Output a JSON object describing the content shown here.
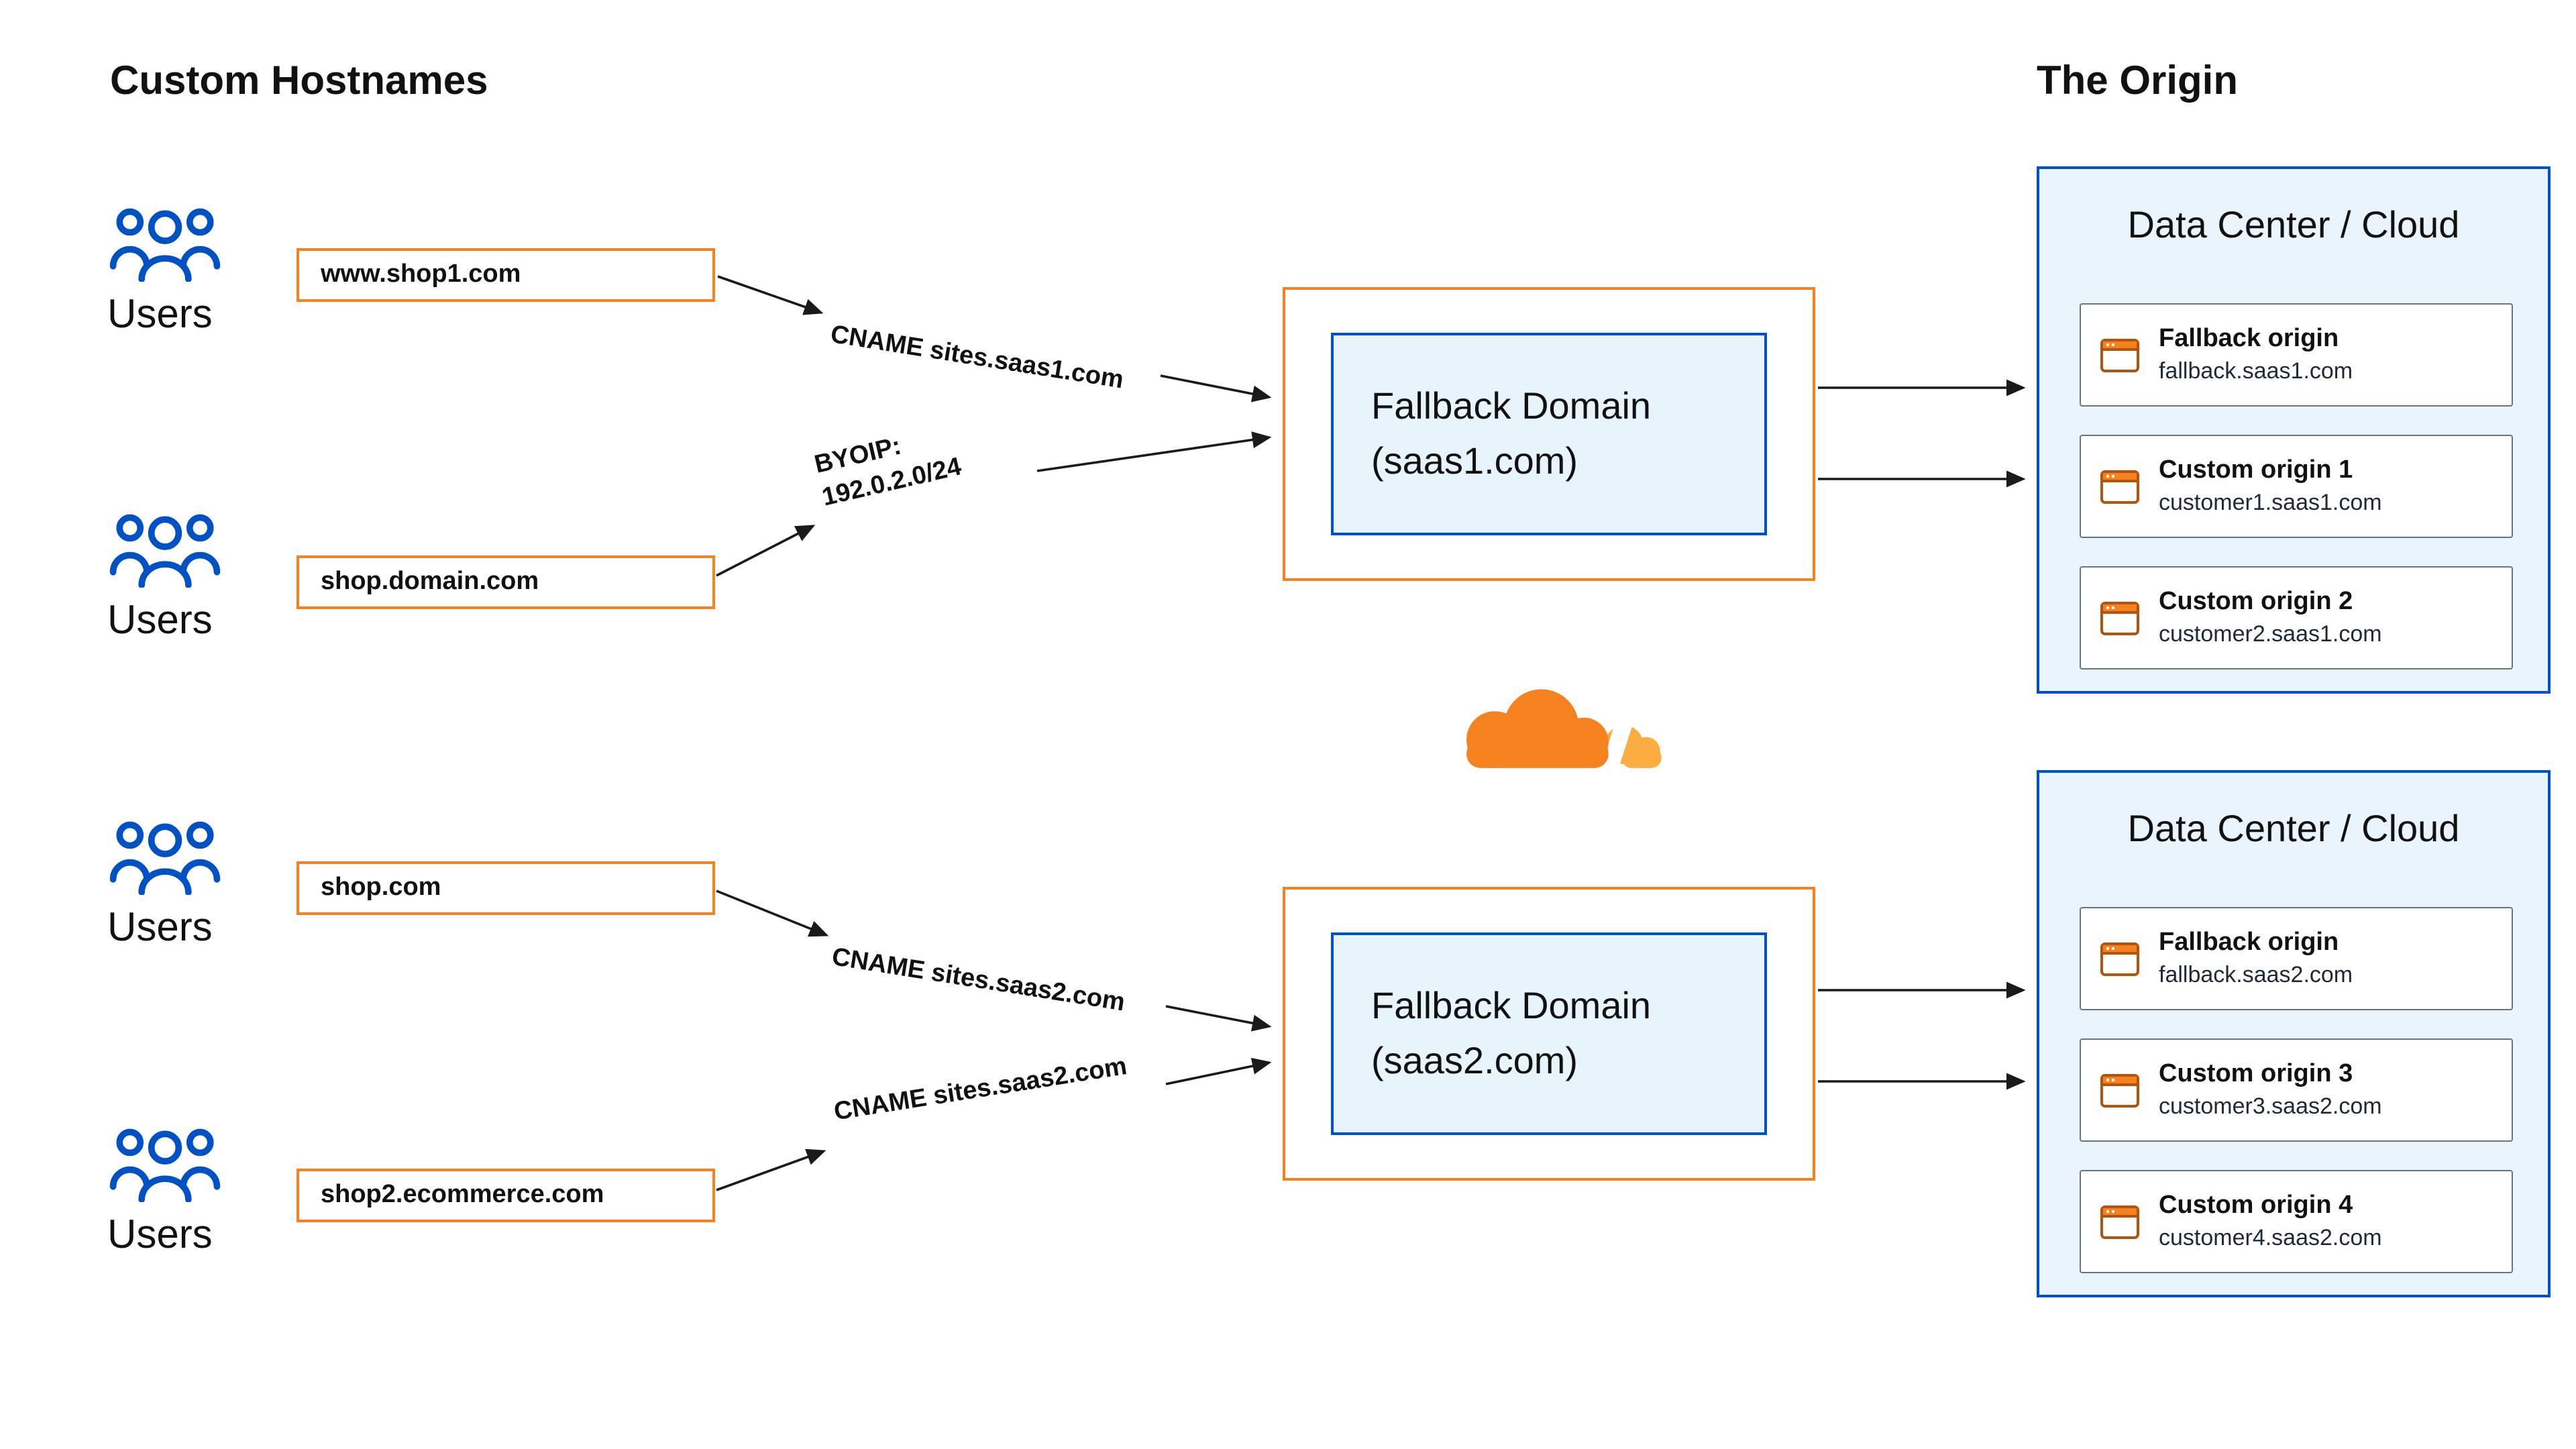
{
  "titles": {
    "left": "Custom Hostnames",
    "right": "The Origin"
  },
  "users_label": "Users",
  "hostnames": [
    "www.shop1.com",
    "shop.domain.com",
    "shop.com",
    "shop2.ecommerce.com"
  ],
  "connections": {
    "cname_saas1": "CNAME sites.saas1.com",
    "byoip_line1": "BYOIP:",
    "byoip_line2": "192.0.2.0/24",
    "cname_saas2_a": "CNAME sites.saas2.com",
    "cname_saas2_b": "CNAME sites.saas2.com"
  },
  "fallbacks": [
    {
      "title": "Fallback Domain",
      "domain": "(saas1.com)"
    },
    {
      "title": "Fallback Domain",
      "domain": "(saas2.com)"
    }
  ],
  "datacenters": [
    {
      "title": "Data Center / Cloud",
      "origins": [
        {
          "name": "Fallback origin",
          "host": "fallback.saas1.com"
        },
        {
          "name": "Custom origin 1",
          "host": "customer1.saas1.com"
        },
        {
          "name": "Custom origin 2",
          "host": "customer2.saas1.com"
        }
      ]
    },
    {
      "title": "Data Center / Cloud",
      "origins": [
        {
          "name": "Fallback origin",
          "host": "fallback.saas2.com"
        },
        {
          "name": "Custom origin 3",
          "host": "customer3.saas2.com"
        },
        {
          "name": "Custom origin 4",
          "host": "customer4.saas2.com"
        }
      ]
    }
  ],
  "icons": {
    "users": "users-icon",
    "cloudflare": "cloudflare-logo",
    "browser": "browser-icon"
  },
  "colors": {
    "orange": "#f6821f",
    "orange_light": "#fbad41",
    "blue": "#0051c3",
    "inner_blue_fill": "#e8f4fc",
    "panel_blue_fill": "#e9f4fd",
    "text": "#111111"
  }
}
